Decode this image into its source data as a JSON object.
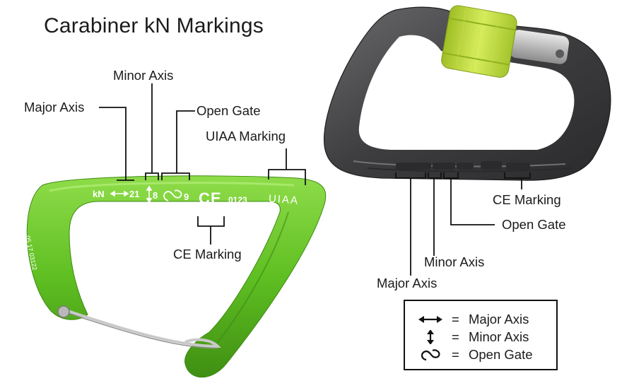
{
  "title": "Carabiner kN Markings",
  "left_carabiner": {
    "color": "#6cc72a",
    "callouts": {
      "major_axis": "Major Axis",
      "minor_axis": "Minor Axis",
      "open_gate": "Open Gate",
      "uiaa_marking": "UIAA Marking",
      "ce_marking": "CE Marking"
    },
    "engraving": {
      "kn": "kN",
      "major_value": "21",
      "minor_value": "8",
      "gate_value": "9",
      "ce_number": "0123",
      "uiaa": "UIAA",
      "spine_code": "05 17 03122"
    }
  },
  "right_carabiner": {
    "color": "#4a4a4c",
    "gate_sleeve_color": "#b8d33a",
    "callouts": {
      "ce_marking": "CE Marking",
      "open_gate": "Open Gate",
      "minor_axis": "Minor Axis",
      "major_axis": "Major Axis"
    }
  },
  "legend": [
    {
      "icon": "double-arrow-horizontal-icon",
      "equals": "=",
      "label": "Major Axis"
    },
    {
      "icon": "double-arrow-vertical-icon",
      "equals": "=",
      "label": "Minor Axis"
    },
    {
      "icon": "open-gate-icon",
      "equals": "=",
      "label": "Open Gate"
    }
  ]
}
